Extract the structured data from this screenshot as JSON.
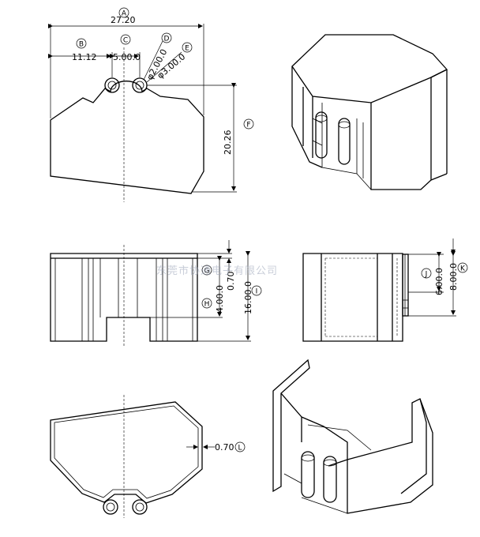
{
  "watermark": "东莞市协通电子有限公司",
  "dimensions": {
    "A": {
      "letter": "A",
      "value": "27.20"
    },
    "B": {
      "letter": "B",
      "value": "11.12"
    },
    "C": {
      "letter": "C",
      "value": "5.00.0"
    },
    "D": {
      "letter": "D",
      "value": "φ2.00.0"
    },
    "E": {
      "letter": "E",
      "value": "φ3.00.0"
    },
    "F": {
      "letter": "F",
      "value": "20.26"
    },
    "G": {
      "letter": "G",
      "value": "0.70"
    },
    "H": {
      "letter": "H",
      "value": "4.00.0"
    },
    "I": {
      "letter": "I",
      "value": "16.00.0"
    },
    "J": {
      "letter": "J",
      "value": "6.00.0"
    },
    "K": {
      "letter": "K",
      "value": "8.00.0"
    },
    "L": {
      "letter": "L",
      "value": "0.70"
    }
  }
}
